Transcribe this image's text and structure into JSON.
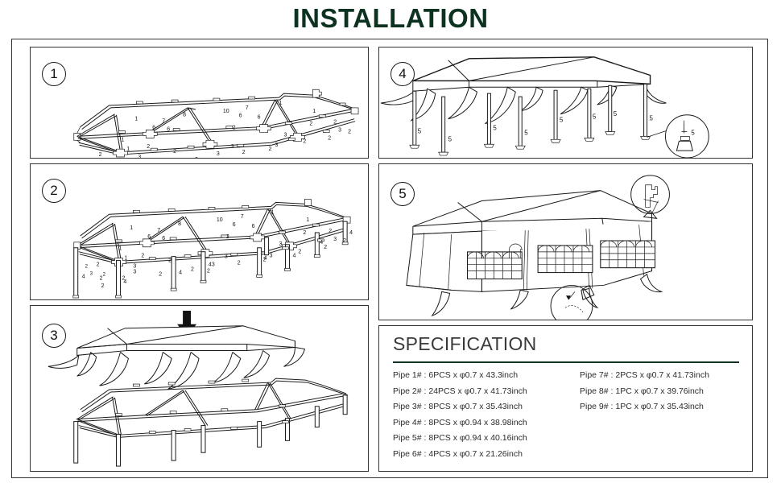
{
  "header": {
    "title": "INSTALLATION",
    "title_color": "#0d3320"
  },
  "steps": [
    {
      "number": "1",
      "caption": "Frame top assembly laid out flat with numbered pipe joints"
    },
    {
      "number": "2",
      "caption": "Frame with leg pipes (4#) attached and standing"
    },
    {
      "number": "3",
      "caption": "Canopy top cover lowered onto assembled frame"
    },
    {
      "number": "4",
      "caption": "Canopy fitted over frame with foot pipes (5#) installed"
    },
    {
      "number": "5",
      "caption": "Completed tent with side walls and windows fitted"
    }
  ],
  "panel1": {
    "labels": [
      "1",
      "2",
      "3",
      "1",
      "1",
      "2",
      "2",
      "3",
      "2",
      "2",
      "2",
      "3",
      "1",
      "7",
      "6",
      "6",
      "2",
      "8",
      "10",
      "7",
      "6",
      "6",
      "2",
      "1",
      "1",
      "2",
      "2",
      "3",
      "2",
      "2",
      "3",
      "2",
      "2",
      "3",
      "2",
      "2",
      "3",
      "2",
      "2"
    ]
  },
  "panel2": {
    "labels": [
      "1",
      "2",
      "3",
      "1",
      "2",
      "2",
      "3",
      "4",
      "4",
      "4",
      "4",
      "4",
      "4",
      "7",
      "6",
      "6",
      "2",
      "8",
      "10",
      "7",
      "1",
      "1",
      "2",
      "2",
      "3",
      "2",
      "3",
      "2",
      "2",
      "3"
    ]
  },
  "panel3": {
    "arrow": "down-arrow"
  },
  "panel4": {
    "leg_labels": [
      "5",
      "5",
      "5",
      "5",
      "5",
      "5",
      "5",
      "5",
      "5"
    ],
    "detail_label": "5"
  },
  "panel5": {
    "detail_top": "corner-clip-detail",
    "detail_bottom": "wall-tie-detail"
  },
  "specification": {
    "title": "SPECIFICATION",
    "rule_color": "#0d3320",
    "left_column": [
      "Pipe 1# : 6PCS x φ0.7 x 43.3inch",
      "Pipe 2# : 24PCS x φ0.7 x 41.73inch",
      "Pipe 3# : 8PCS x φ0.7 x 35.43inch",
      "Pipe 4# : 8PCS x φ0.94 x 38.98inch",
      "Pipe 5# : 8PCS x φ0.94 x 40.16inch",
      "Pipe 6# : 4PCS x φ0.7 x 21.26inch"
    ],
    "right_column": [
      "Pipe 7# : 2PCS x φ0.7 x 41.73inch",
      "Pipe 8# : 1PC x φ0.7 x 39.76inch",
      "Pipe 9# : 1PC x φ0.7 x 35.43inch"
    ]
  }
}
